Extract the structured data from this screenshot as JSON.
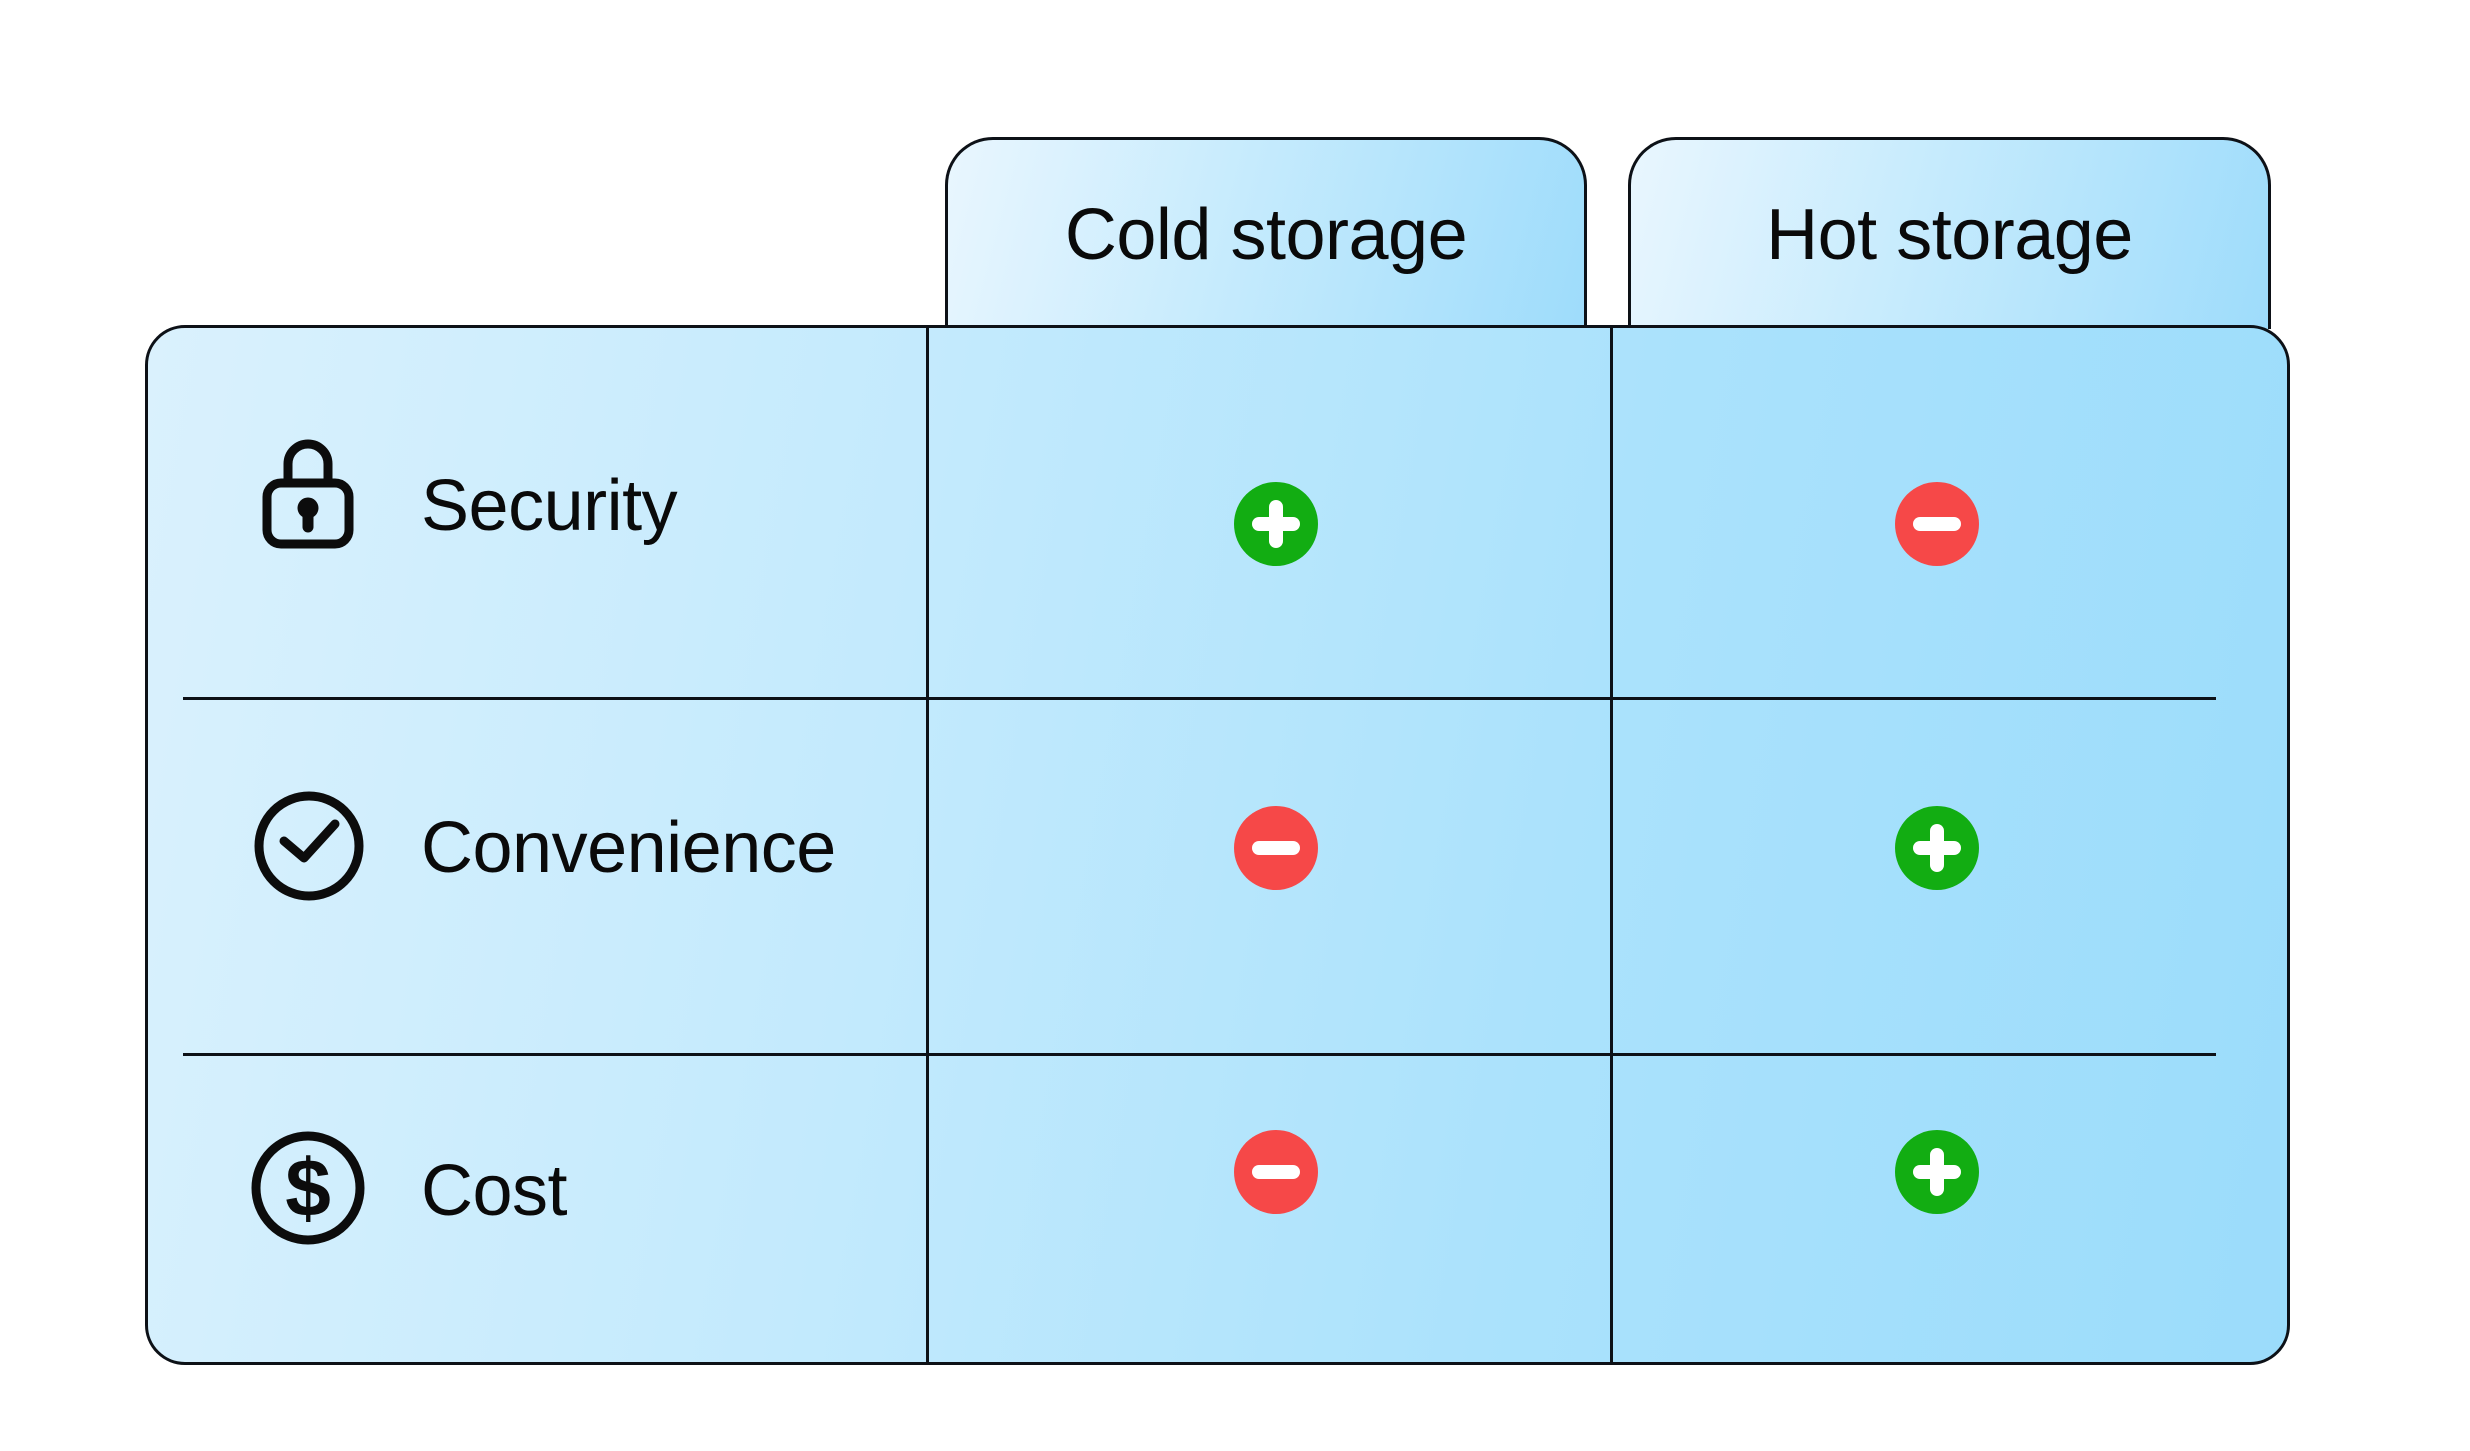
{
  "table": {
    "column_headers": [
      {
        "id": "cold",
        "label": "Cold storage"
      },
      {
        "id": "hot",
        "label": "Hot storage"
      }
    ],
    "rows": [
      {
        "label": "Security",
        "icon": "lock-icon",
        "cold": "plus",
        "hot": "minus"
      },
      {
        "label": "Convenience",
        "icon": "clock-icon",
        "cold": "minus",
        "hot": "plus"
      },
      {
        "label": "Cost",
        "icon": "dollar-circle-icon",
        "cold": "minus",
        "hot": "plus"
      }
    ],
    "badge_glyphs": {
      "plus": "+",
      "minus": "−"
    },
    "dollar_glyph": "$"
  },
  "colors": {
    "positive_badge": "#12AD12",
    "negative_badge": "#F64848",
    "panel_gradient_start": "#DAF1FD",
    "panel_gradient_end": "#9BDCFB",
    "line": "#0D1117",
    "text": "#0A0A0A"
  }
}
